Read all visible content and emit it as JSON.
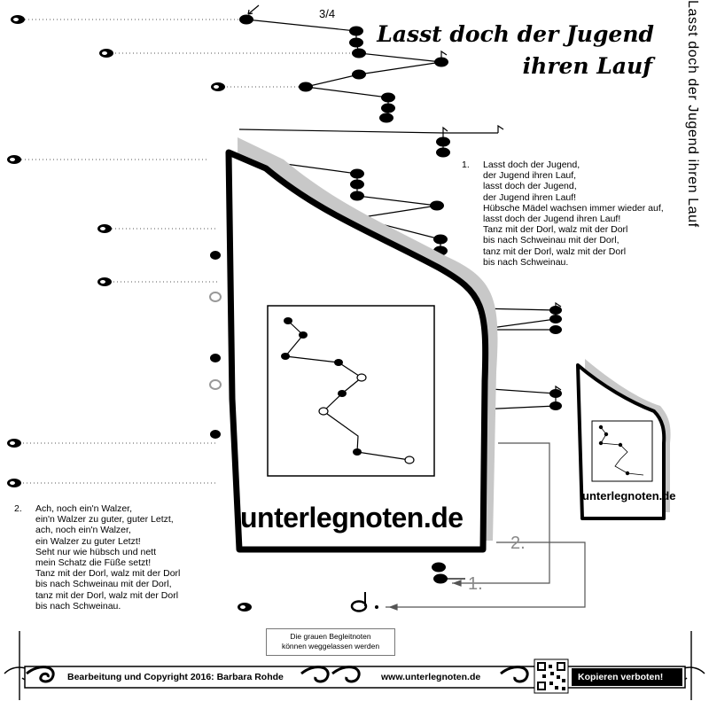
{
  "title": {
    "line1": "Lasst doch der Jugend",
    "line2": "ihren Lauf",
    "side": "Lasst doch der Jugend ihren Lauf"
  },
  "time_signature": "3/4",
  "verse1": {
    "number": "1.",
    "lines": [
      "Lasst doch der Jugend,",
      "der Jugend ihren Lauf,",
      "lasst doch der Jugend,",
      "der Jugend ihren Lauf!",
      "Hübsche Mädel wachsen immer wieder auf,",
      "lasst doch der Jugend ihren Lauf!",
      "Tanz mit der Dorl, walz mit der Dorl",
      "bis nach Schweinau mit der Dorl,",
      "tanz mit der Dorl, walz mit der Dorl",
      "bis nach Schweinau."
    ]
  },
  "verse2": {
    "number": "2.",
    "lines": [
      "Ach, noch ein'n Walzer,",
      "ein'n Walzer zu guter, guter Letzt,",
      "ach, noch ein'n Walzer,",
      "ein Walzer zu guter Letzt!",
      "Seht nur wie hübsch und nett",
      "mein Schatz die Füße setzt!",
      "Tanz mit der Dorl, walz mit der Dorl",
      "bis nach Schweinau mit der Dorl,",
      "tanz mit der Dorl, walz mit der Dorl",
      "bis nach Schweinau."
    ]
  },
  "repeat_marks": {
    "first": "1.",
    "second": "2."
  },
  "logo": {
    "large": "unterlegnoten.de",
    "small": "unterlegnoten.de"
  },
  "note_box": {
    "line1": "Die grauen Begleitnoten",
    "line2": "können weggelassen werden"
  },
  "footer": {
    "credit": "Bearbeitung und Copyright 2016: Barbara Rohde",
    "website": "www.unterlegnoten.de",
    "copy_notice": "Kopieren verboten!"
  },
  "colors": {
    "ink": "#000000",
    "shadow_gray": "#c8c8c8",
    "accent_gray": "#8a8a8a",
    "background": "#ffffff"
  },
  "icons": {
    "note_head": "filled-note-icon",
    "grey_note": "hollow-grey-note-icon",
    "clef_marker": "row-start-marker-icon",
    "qr_code": "qr-code-icon",
    "ornament": "swirl-ornament-icon"
  }
}
